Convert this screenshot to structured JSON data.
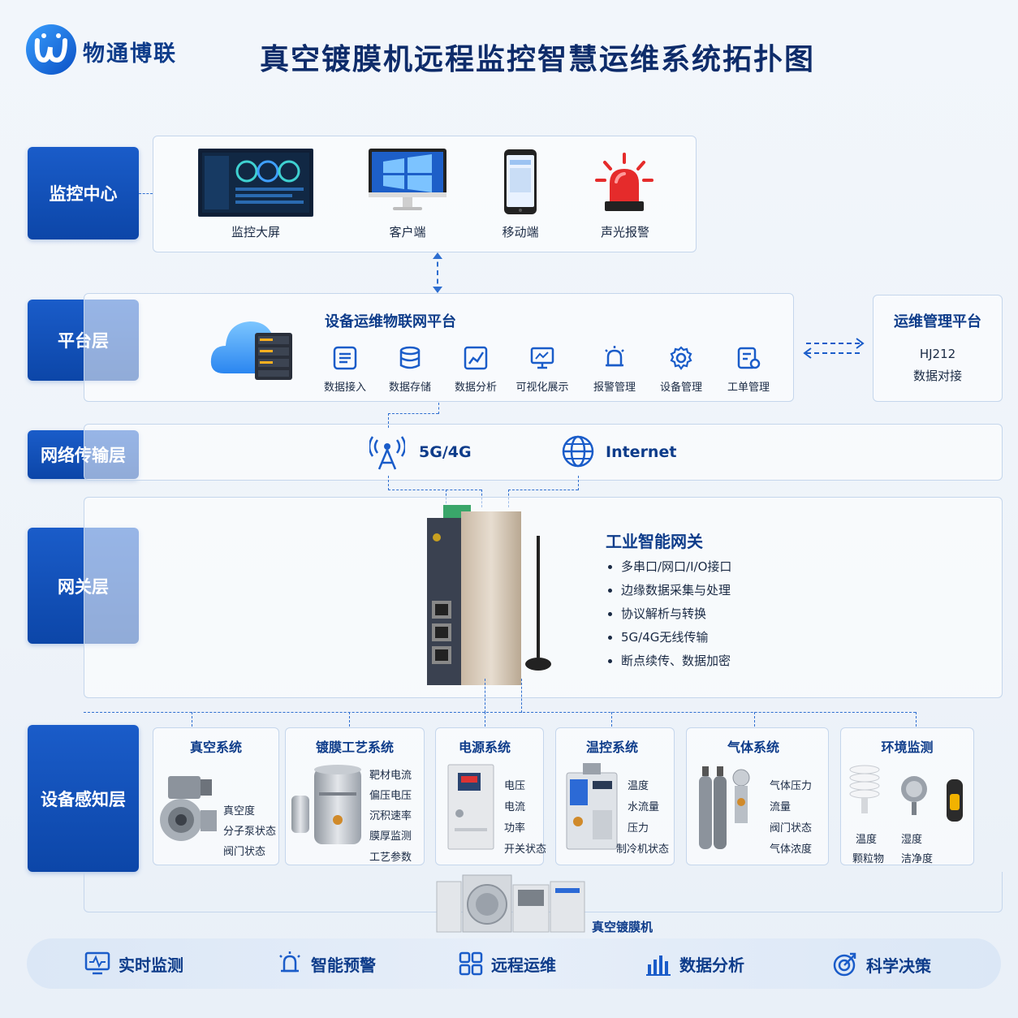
{
  "brand": {
    "name": "物通博联"
  },
  "title": "真空镀膜机远程监控智慧运维系统拓扑图",
  "layers": {
    "monitor": "监控中心",
    "platform": "平台层",
    "network": "网络传输层",
    "gateway": "网关层",
    "device": "设备感知层"
  },
  "monitor_items": [
    "监控大屏",
    "客户端",
    "移动端",
    "声光报警"
  ],
  "platform": {
    "title": "设备运维物联网平台",
    "items": [
      "数据接入",
      "数据存储",
      "数据分析",
      "可视化展示",
      "报警管理",
      "设备管理",
      "工单管理"
    ]
  },
  "ops_platform": {
    "title": "运维管理平台",
    "line1": "HJ212",
    "line2": "数据对接"
  },
  "network": {
    "cellular": "5G/4G",
    "internet": "Internet"
  },
  "gateway": {
    "title": "工业智能网关",
    "features": [
      "多串口/网口/I/O接口",
      "边缘数据采集与处理",
      "协议解析与转换",
      "5G/4G无线传输",
      "断点续传、数据加密"
    ]
  },
  "systems": [
    {
      "title": "真空系统",
      "params": [
        "真空度",
        "分子泵状态",
        "阀门状态"
      ]
    },
    {
      "title": "镀膜工艺系统",
      "params": [
        "靶材电流",
        "偏压电压",
        "沉积速率",
        "膜厚监测",
        "工艺参数"
      ]
    },
    {
      "title": "电源系统",
      "params": [
        "电压",
        "电流",
        "功率",
        "开关状态"
      ]
    },
    {
      "title": "温控系统",
      "params": [
        "温度",
        "水流量",
        "压力",
        "制冷机状态"
      ]
    },
    {
      "title": "气体系统",
      "params": [
        "气体压力",
        "流量",
        "阀门状态",
        "气体浓度"
      ]
    },
    {
      "title": "环境监测",
      "params": [
        "温度",
        "湿度",
        "颗粒物",
        "洁净度"
      ]
    }
  ],
  "machine": "真空镀膜机",
  "bottom": [
    "实时监测",
    "智能预警",
    "远程运维",
    "数据分析",
    "科学决策"
  ],
  "colors": {
    "primary": "#0c46a8",
    "accent": "#2f6fd0",
    "alarm": "#e52b2b"
  }
}
